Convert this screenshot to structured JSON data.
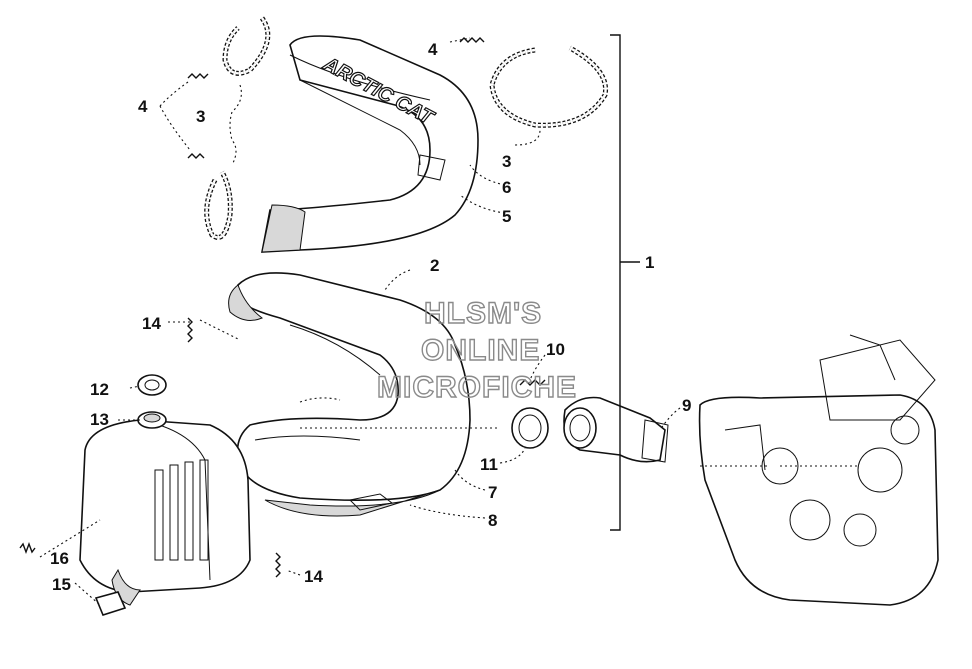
{
  "watermark": {
    "line1": "HLSM'S",
    "line2": "ONLINE",
    "line3": "MICROFICHE"
  },
  "logo_text": "ARCTIC CAT",
  "callouts": {
    "c1": "1",
    "c2": "2",
    "c3a": "3",
    "c3b": "3",
    "c4a": "4",
    "c4b": "4",
    "c5": "5",
    "c6": "6",
    "c7": "7",
    "c8": "8",
    "c9": "9",
    "c10": "10",
    "c11": "11",
    "c12": "12",
    "c13": "13",
    "c14a": "14",
    "c14b": "14",
    "c15": "15",
    "c16": "16"
  }
}
